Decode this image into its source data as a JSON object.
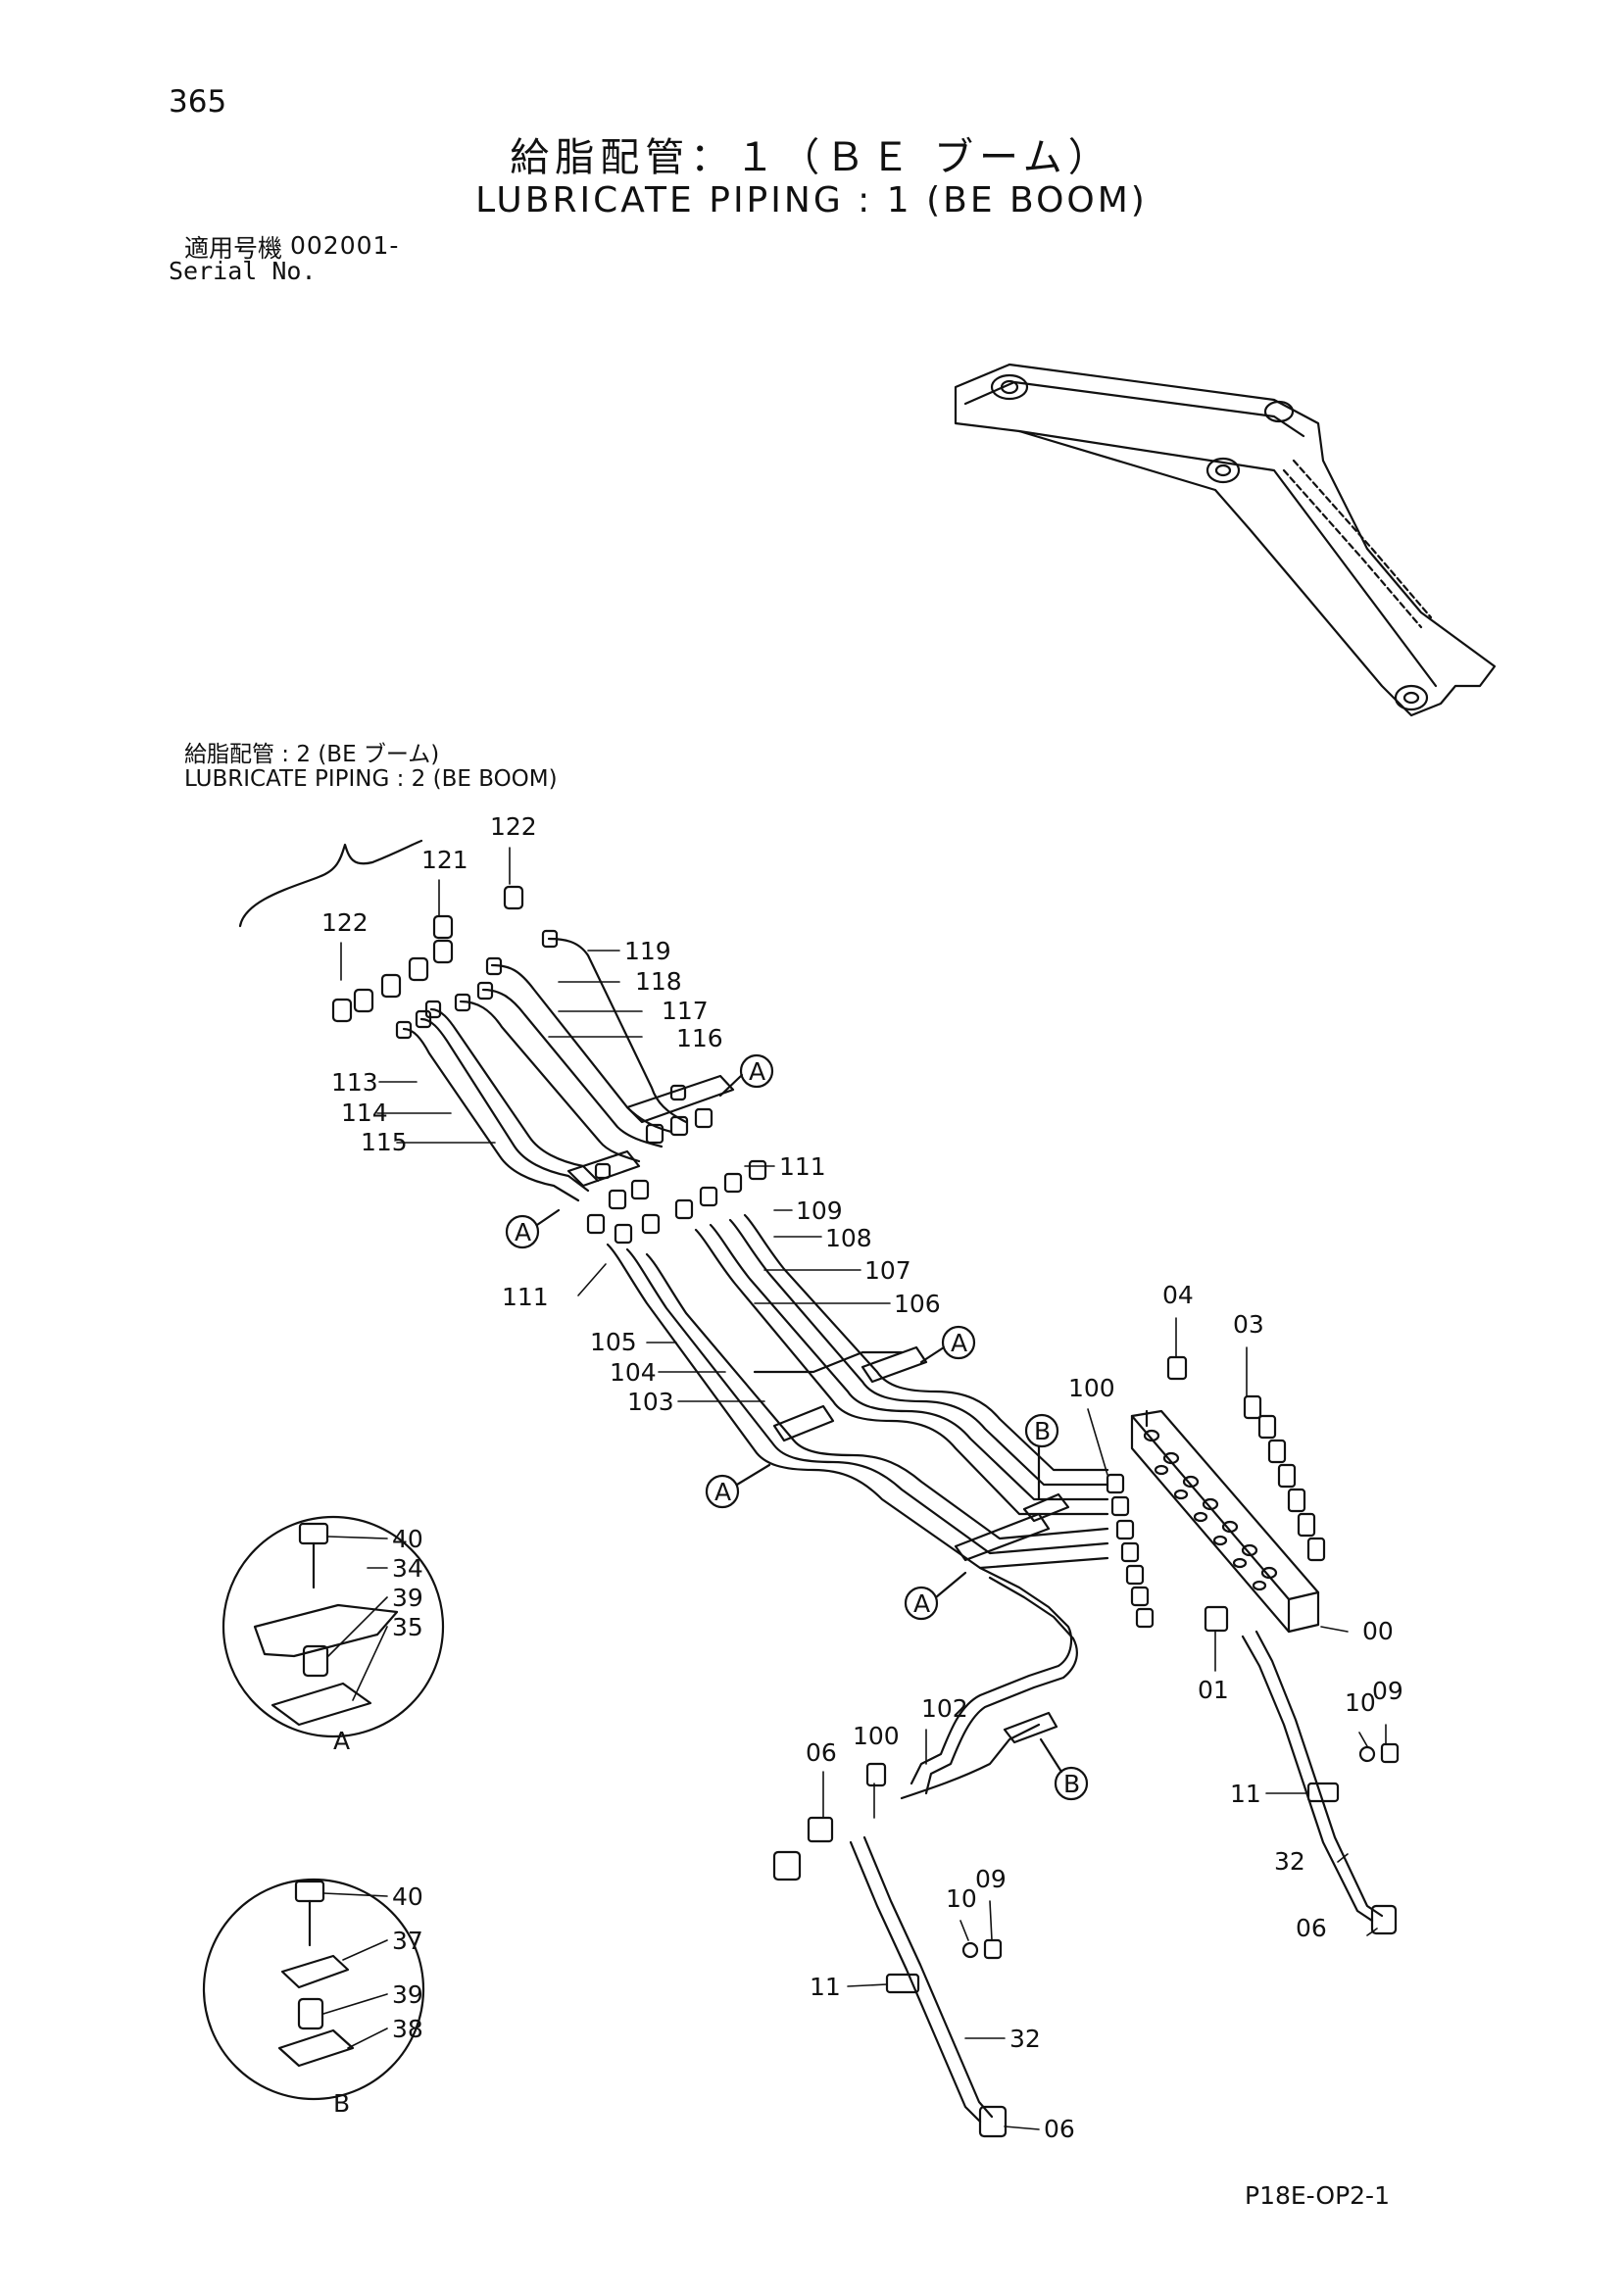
{
  "page_number": "365",
  "title_jp": "給脂配管：１（ＢＥ ブーム）",
  "title_en": "LUBRICATE PIPING : 1 (BE BOOM)",
  "serial": {
    "label_jp": "適用号機",
    "number": "002001-",
    "label_en": "Serial No."
  },
  "cross_reference": {
    "jp": "給脂配管 : 2 (BE ブーム)",
    "en": "LUBRICATE PIPING : 2 (BE BOOM)"
  },
  "detail_views": [
    {
      "view": "A",
      "parts": [
        "40",
        "34",
        "39",
        "35"
      ]
    },
    {
      "view": "B",
      "parts": [
        "40",
        "37",
        "39",
        "38"
      ]
    }
  ],
  "callouts": {
    "c122a": "122",
    "c121": "121",
    "c122b": "122",
    "c119": "119",
    "c118": "118",
    "c117": "117",
    "c116": "116",
    "c113": "113",
    "c114": "114",
    "c115": "115",
    "c111a": "111",
    "c111b": "111",
    "c109": "109",
    "c108": "108",
    "c107": "107",
    "c106": "106",
    "c105": "105",
    "c104": "104",
    "c103": "103",
    "c04": "04",
    "c03": "03",
    "c100a": "100",
    "c00": "00",
    "c01": "01",
    "c102": "102",
    "c100b": "100",
    "c06a": "06",
    "c10a": "10",
    "c09a": "09",
    "c11a": "11",
    "c32a": "32",
    "c06b": "06",
    "c10b": "10",
    "c09b": "09",
    "c11b": "11",
    "c32b": "32",
    "c06c": "06",
    "c40a": "40",
    "c34": "34",
    "c39a": "39",
    "c35": "35",
    "viewA": "A",
    "c40b": "40",
    "c37": "37",
    "c39b": "39",
    "c38": "38",
    "viewB": "B",
    "refA1": "A",
    "refA2": "A",
    "refA3": "A",
    "refA4": "A",
    "refA5": "A",
    "refB1": "B",
    "refB2": "B"
  },
  "drawing_code": "P18E-OP2-1"
}
